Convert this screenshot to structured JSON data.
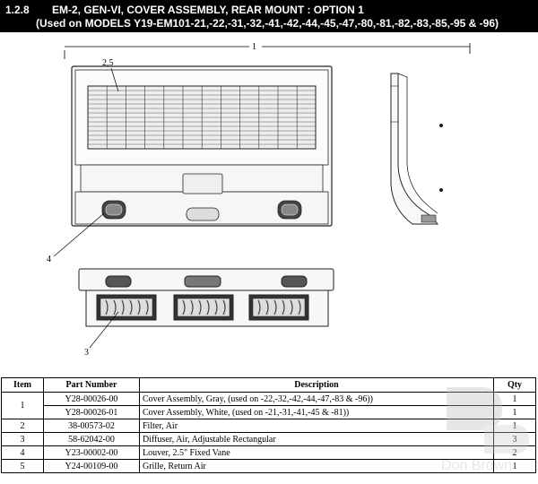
{
  "header": {
    "section_number": "1.2.8",
    "title_line1": "EM-2, GEN-VI, COVER ASSEMBLY, REAR MOUNT : OPTION 1",
    "title_line2": "(Used on MODELS Y19-EM101-21,-22,-31,-32,-41,-42,-44,-45,-47,-80,-81,-82,-83,-85,-95 & -96)"
  },
  "callouts": {
    "overall": "1",
    "grille_filter": "2,5",
    "louver": "4",
    "diffuser": "3"
  },
  "table": {
    "headers": {
      "item": "Item",
      "part_number": "Part Number",
      "description": "Description",
      "qty": "Qty"
    },
    "rows": [
      {
        "item": "1",
        "part_number": "Y28-00026-00",
        "description": "Cover Assembly, Gray, (used on -22,-32,-42,-44,-47,-83 & -96))",
        "qty": "1"
      },
      {
        "item": "",
        "part_number": "Y28-00026-01",
        "description": "Cover Assembly, White, (used on -21,-31,-41,-45 & -81))",
        "qty": "1"
      },
      {
        "item": "2",
        "part_number": "38-00573-02",
        "description": "Filter, Air",
        "qty": "1"
      },
      {
        "item": "3",
        "part_number": "58-62042-00",
        "description": "Diffuser, Air, Adjustable Rectangular",
        "qty": "3"
      },
      {
        "item": "4",
        "part_number": "Y23-00002-00",
        "description": "Louver, 2.5\" Fixed Vane",
        "qty": "2"
      },
      {
        "item": "5",
        "part_number": "Y24-00109-00",
        "description": "Grille, Return Air",
        "qty": "1"
      }
    ]
  },
  "watermark": {
    "logo_text": "Don Brown",
    "colors": {
      "logo": "#b9b9b9"
    }
  }
}
